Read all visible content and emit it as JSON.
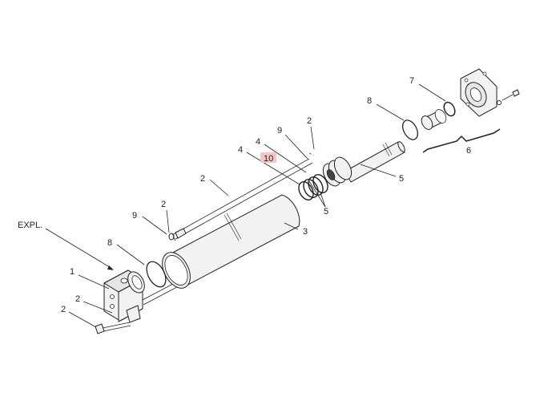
{
  "diagram": {
    "expl_label": "EXPL.",
    "callouts": {
      "c1": "1",
      "c2a": "2",
      "c2b": "2",
      "c2c": "2",
      "c2d": "2",
      "c2e": "2",
      "c3": "3",
      "c4a": "4",
      "c4b": "4",
      "c5a": "5",
      "c5b": "5",
      "c6": "6",
      "c7": "7",
      "c8a": "8",
      "c8b": "8",
      "c9a": "9",
      "c9b": "9",
      "c10": "10"
    },
    "highlight_color": "#f6c4c4"
  }
}
